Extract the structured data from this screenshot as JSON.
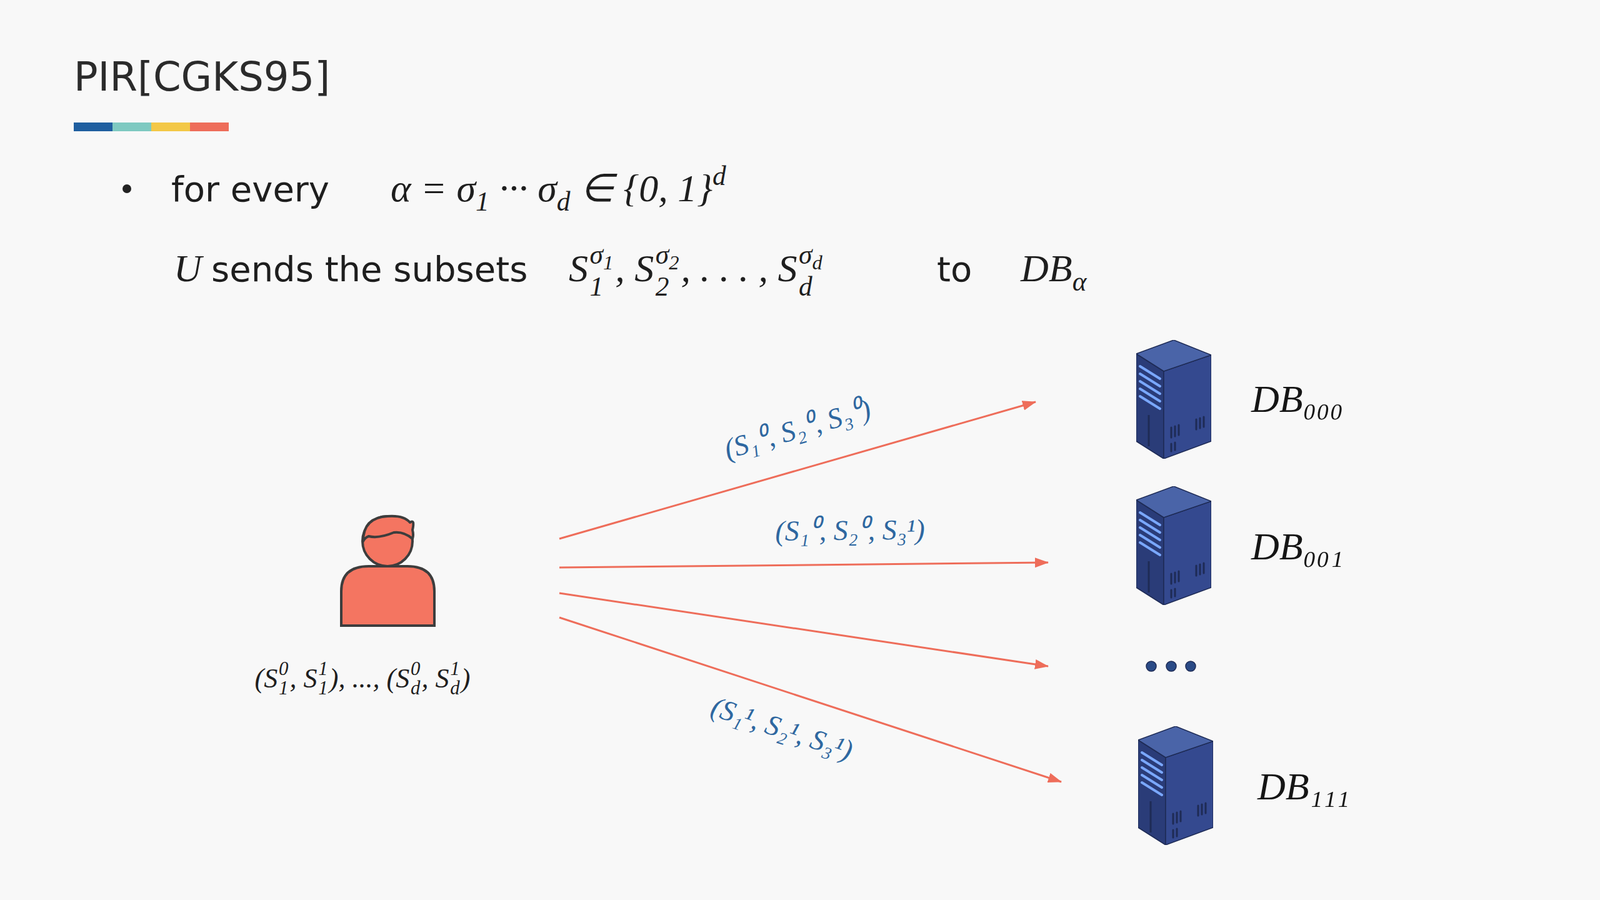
{
  "diagram": {
    "title": "PIR[CGKS95]",
    "nodes": [
      {
        "text": [
          "(S",
          "0",
          "1",
          ", S",
          "1",
          "1",
          "), ..., (S",
          "0",
          "d",
          ", S",
          "1",
          "d",
          ")"
        ]
      },
      {
        "text": [
          "DB₀₀₀"
        ]
      },
      {
        "text": [
          "DB₀₀₁"
        ]
      },
      {
        "text": [
          "DB₁₁₁"
        ]
      }
    ],
    "edges": [
      {
        "from": 0,
        "to": 1,
        "arrow": "to",
        "label": "(S₁⁰, S₂⁰, S₃⁰)"
      },
      {
        "from": 0,
        "to": 2,
        "arrow": "to",
        "label": "(S₁⁰, S₂⁰, S₃¹)"
      },
      {
        "from": 0,
        "to": 3,
        "arrow": "to",
        "label": "(S₁¹, S₂¹, S₃¹)"
      }
    ],
    "labels": [
      "for every",
      "α = σ",
      "1",
      "··· σ",
      "d",
      "∈ {0, 1}",
      "d",
      "U",
      "sends the subsets",
      "S",
      "σ",
      "1",
      "1",
      ", S",
      "σ",
      "2",
      "2",
      ", . . . , S",
      "σ",
      "d",
      "d",
      "to",
      "DB",
      "α"
    ]
  }
}
